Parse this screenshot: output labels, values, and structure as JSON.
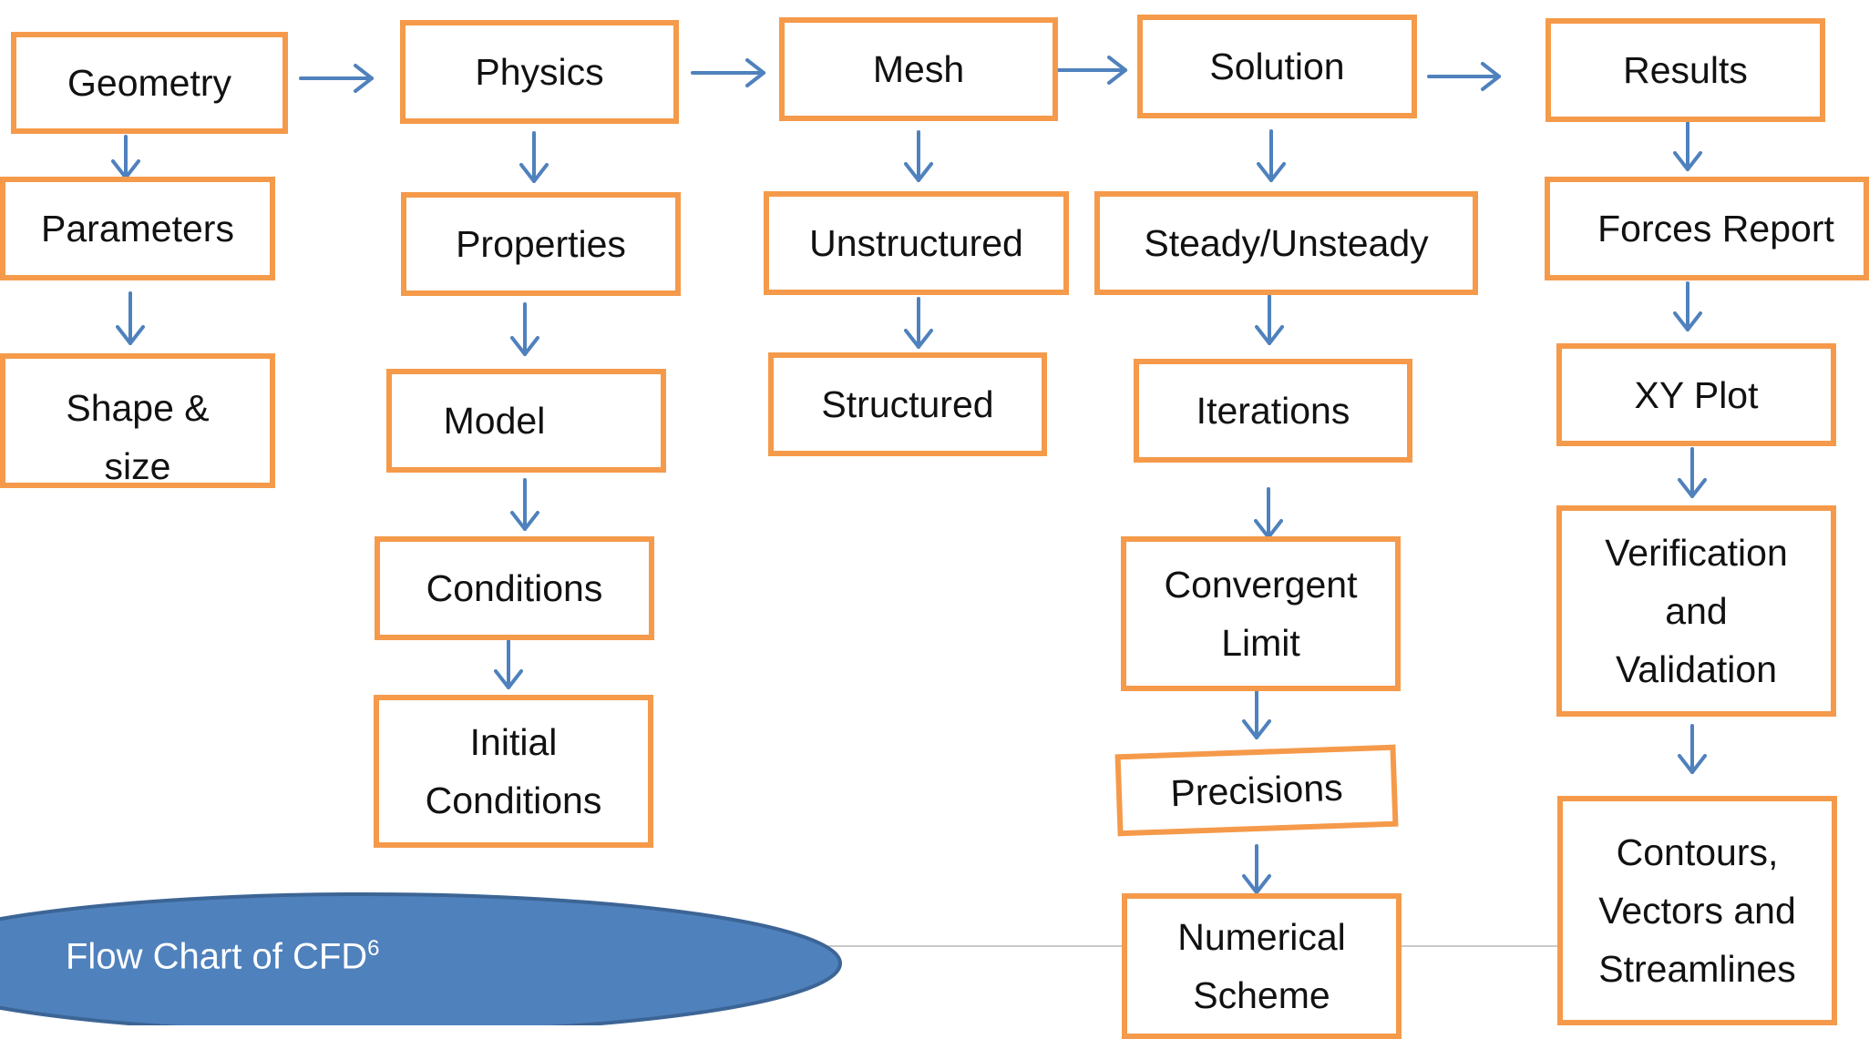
{
  "colors": {
    "box_border": "#f59a4a",
    "arrow": "#4f81bd",
    "footer_fill": "#4f81bd",
    "footer_edge": "#3c6596",
    "rule": "#c9c9c9"
  },
  "columns": {
    "geometry": {
      "title": "Geometry",
      "steps": [
        "Parameters",
        "Shape & size"
      ]
    },
    "physics": {
      "title": "Physics",
      "steps": [
        "Properties",
        "Model",
        "Conditions",
        "Initial Conditions"
      ]
    },
    "mesh": {
      "title": "Mesh",
      "steps": [
        "Unstructured",
        "Structured"
      ]
    },
    "solution": {
      "title": "Solution",
      "steps": [
        "Steady/Unsteady",
        "Iterations",
        "Convergent Limit",
        "Precisions",
        "Numerical Scheme"
      ]
    },
    "results": {
      "title": "Results",
      "steps": [
        "Forces Report",
        "XY Plot",
        "Verification and Validation",
        "Contours, Vectors and Streamlines"
      ]
    }
  },
  "footer": {
    "label": "Flow Chart of CFD",
    "superscript": "6"
  }
}
